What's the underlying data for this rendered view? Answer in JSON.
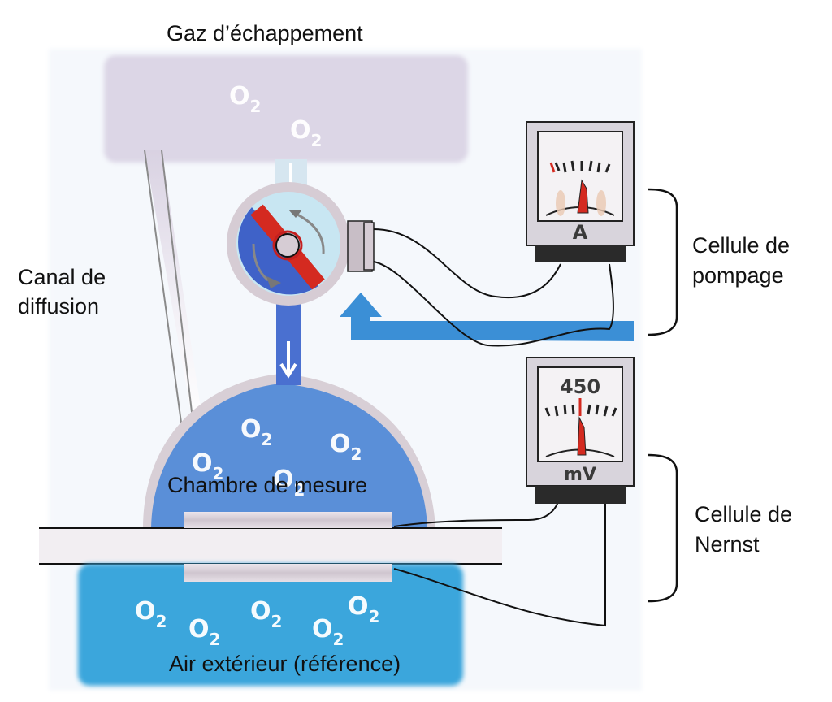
{
  "title": "Gaz d’échappement",
  "labels": {
    "exhaust_gas": "Gaz d’échappement",
    "diffusion_channel_line1": "Canal de",
    "diffusion_channel_line2": "diffusion",
    "measuring_chamber": "Chambre de mesure",
    "outside_air": "Air extérieur (référence)",
    "pump_cell_line1": "Cellule de",
    "pump_cell_line2": "pompage",
    "nernst_cell_line1": "Cellule de",
    "nernst_cell_line2": "Nernst"
  },
  "molecule": {
    "symbol": "O",
    "subscript": "2"
  },
  "meters": {
    "ammeter": {
      "unit": "A",
      "icon": "ammeter-icon"
    },
    "voltmeter": {
      "unit": "mV",
      "reading": "450",
      "icon": "voltmeter-icon"
    }
  },
  "colors": {
    "exhaust": "#dcd6e6",
    "chamber_blue": "#5a8fd8",
    "air_blue": "#3aa6dc",
    "pump_dark_blue": "#3f62c8",
    "pump_light_blue": "#c8e6f2",
    "electrolyte_red": "#d42a20",
    "ceramic_grey": "#d8cfd6",
    "arrow_blue": "#3b8fd6",
    "wire": "#111111"
  }
}
